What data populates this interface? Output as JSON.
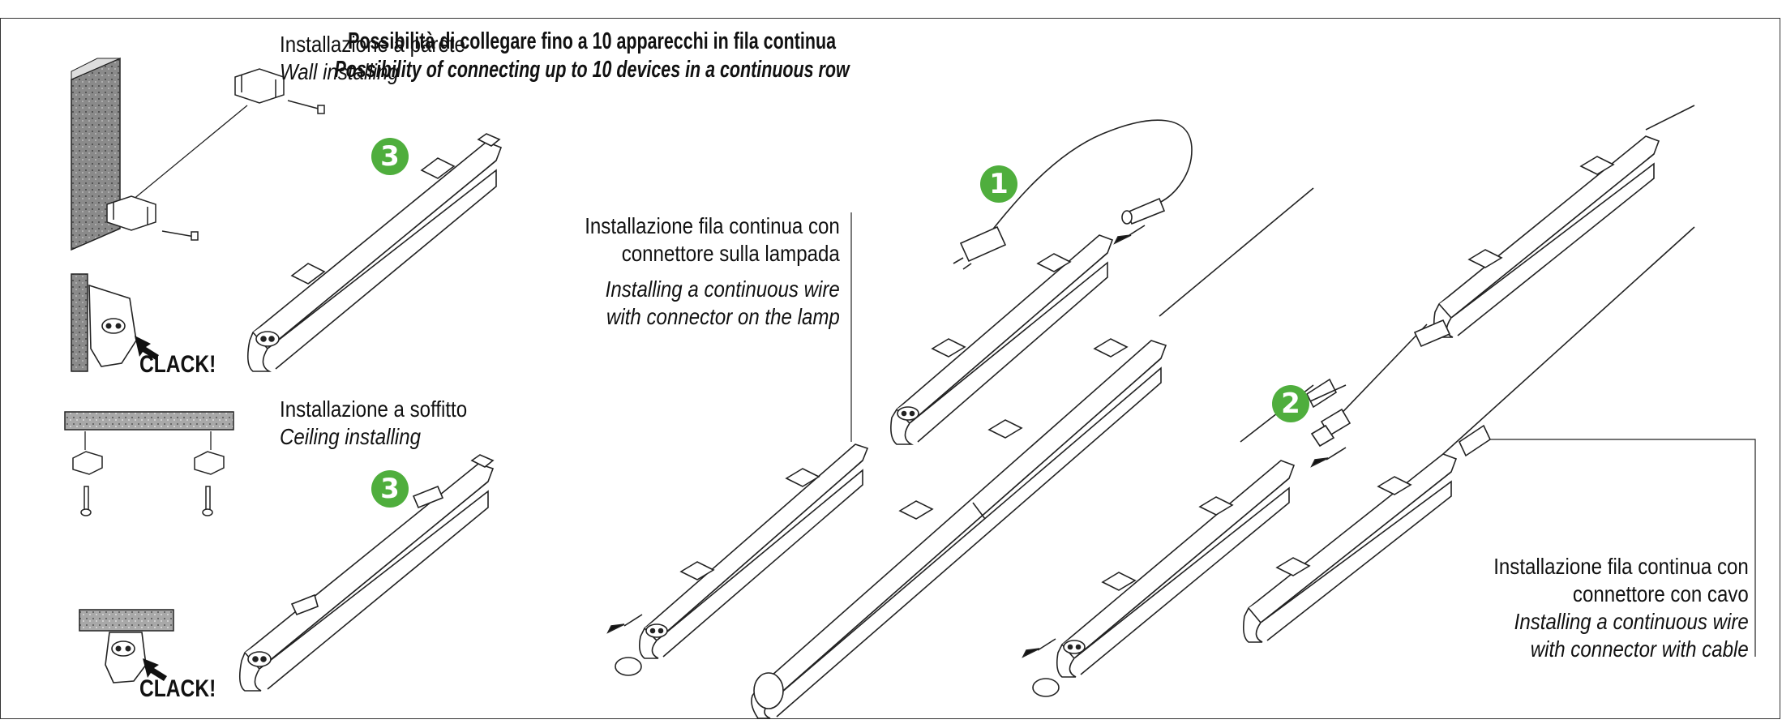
{
  "heading": {
    "it": "Possibilità di collegare fino a 10 apparecchi in fila continua",
    "en": "Possibility of connecting up to 10 devices in a continuous row"
  },
  "wall": {
    "it": "Installazione a parete",
    "en": "Wall installing"
  },
  "ceiling": {
    "it": "Installazione a soffitto",
    "en": "Ceiling installing"
  },
  "clack_label": "CLACK!",
  "lamp_connector": {
    "it_line1": "Installazione fila continua con",
    "it_line2": "connettore sulla lampada",
    "en_line1": "Installing a continuous wire",
    "en_line2": "with connector on the lamp"
  },
  "cable_connector": {
    "it_line1": "Installazione fila continua con",
    "it_line2": "connettore con cavo",
    "en_line1": "Installing a continuous wire",
    "en_line2": "with connector with cable"
  },
  "steps": {
    "one": "1",
    "two": "2",
    "three": "3"
  },
  "colors": {
    "step_badge": "#4fae3d",
    "wall_texture": "#6f6f6f",
    "ceiling_texture": "#9a9a9a"
  }
}
